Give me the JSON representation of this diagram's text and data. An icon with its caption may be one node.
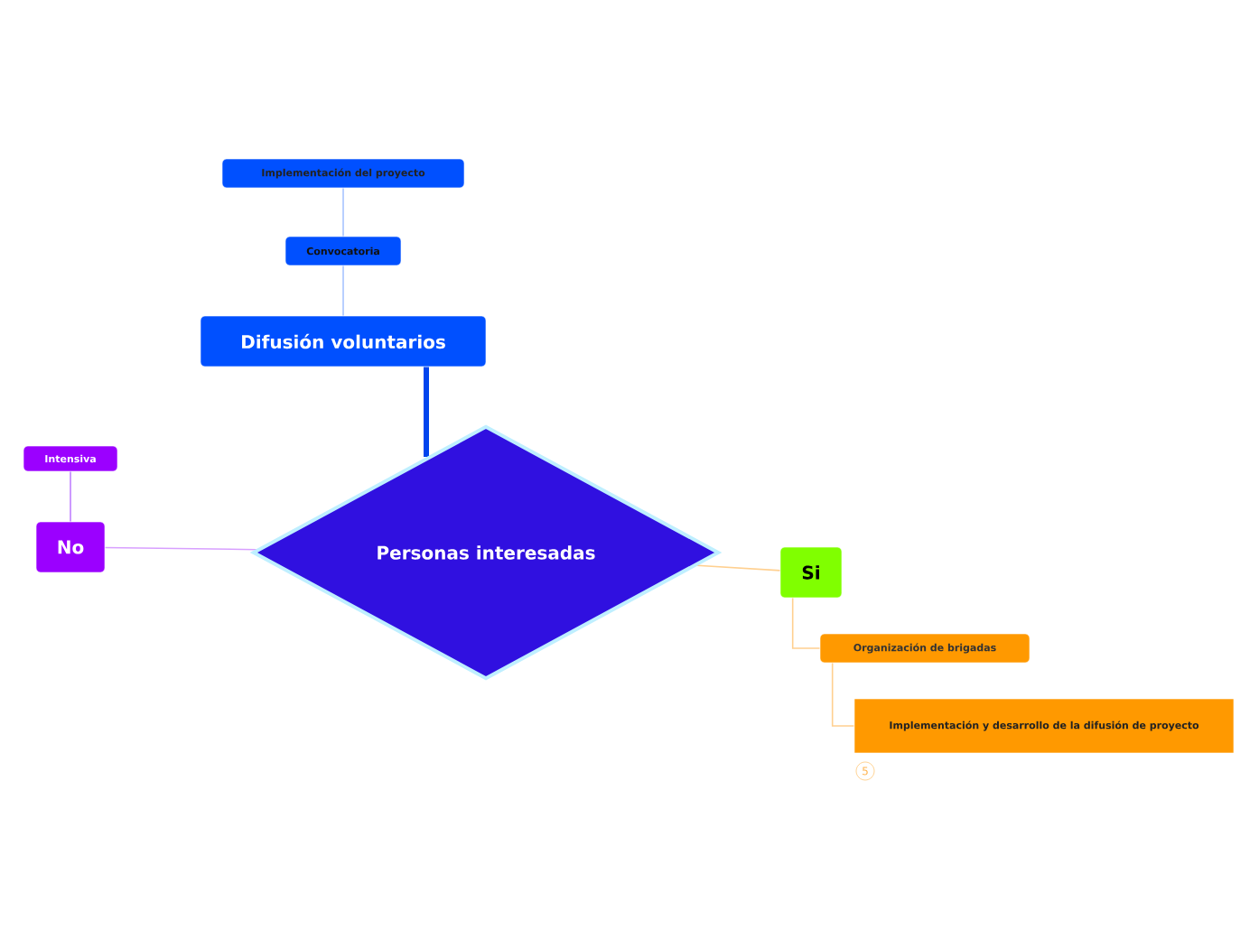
{
  "diagram": {
    "nodes": [
      {
        "text": [
          "Implementación del proyecto"
        ]
      },
      {
        "text": [
          "Convocatoria"
        ]
      },
      {
        "text": [
          "Difusión voluntarios"
        ]
      },
      {
        "text": [
          "Personas interesadas"
        ]
      },
      {
        "text": [
          "Intensiva"
        ]
      },
      {
        "text": [
          "No"
        ]
      },
      {
        "text": [
          "Si"
        ]
      },
      {
        "text": [
          "Organización de brigadas"
        ]
      },
      {
        "text": [
          "Implementación y desarrollo de la difusión de proyecto"
        ]
      }
    ],
    "edges": [
      {
        "from": 0,
        "to": 1,
        "arrow": "none",
        "color": "#a8c4ff"
      },
      {
        "from": 1,
        "to": 2,
        "arrow": "none",
        "color": "#a8c4ff"
      },
      {
        "from": 3,
        "to": 2,
        "arrow": "none",
        "style": "thick",
        "color": "#0044ee"
      },
      {
        "from": 5,
        "to": 4,
        "arrow": "none",
        "color": "#c080ff"
      },
      {
        "from": 3,
        "to": 5,
        "arrow": "none",
        "color": "#d8a0ff"
      },
      {
        "from": 3,
        "to": 6,
        "arrow": "none",
        "color": "#ffd090"
      },
      {
        "from": 6,
        "to": 7,
        "arrow": "none",
        "color": "#ffd090"
      },
      {
        "from": 7,
        "to": 8,
        "arrow": "none",
        "color": "#ffd090"
      }
    ],
    "labels": [
      "5"
    ]
  }
}
